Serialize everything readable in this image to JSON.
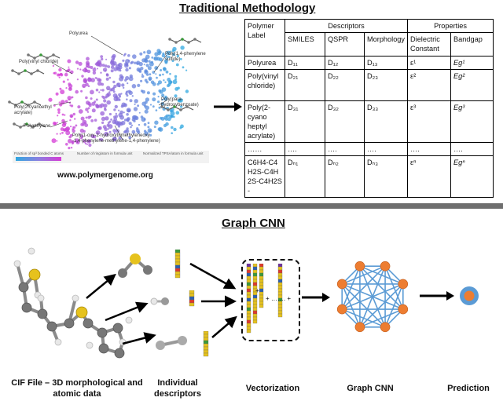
{
  "top": {
    "title": "Traditional Methodology",
    "source": "www.polymergenome.org",
    "polymer_labels": [
      "Polyurea",
      "Poly(vinyl chloride)",
      "Poly(2-cyanoethyl acrylate)",
      "Polyethylene",
      "Poly(1,4-phenylene sulfide)",
      "Poly(para-hydroxybenzoate)",
      "Poly(1-oxy-2-hydroxytrimethyleneoxy -1,4-phenylene-methylene-1,4-phenylene)"
    ],
    "legend": [
      "Fraction of sp³ bonded C atoms",
      "Number of ring/atom in formula unit",
      "Normalized TPSA/atom in formula unit"
    ],
    "table": {
      "header_polymer": "Polymer Label",
      "header_descriptors": "Descriptors",
      "header_properties": "Properties",
      "sub": [
        "SMILES",
        "QSPR",
        "Morphology",
        "Dielectric Constant",
        "Bandgap"
      ],
      "rows": [
        [
          "Polyurea",
          "D₁₁",
          "D₁₂",
          "D₁₃",
          "ε¹",
          "Eg¹"
        ],
        [
          "Poly(vinyl chloride)",
          "D₂₁",
          "D₂₂",
          "D₂₃",
          "ε²",
          "Eg²"
        ],
        [
          "Poly(2-cyano heptyl acrylate)",
          "D₃₁",
          "D₃₂",
          "D₃₃",
          "ε³",
          "Eg³"
        ],
        [
          "……",
          "….",
          "….",
          "….",
          "….",
          "…."
        ],
        [
          "C6H4-C4H2S-C4H2S-C4H2S-",
          "Dₙ₁",
          "Dₙ₂",
          "Dₙ₃",
          "εⁿ",
          "Egⁿ"
        ]
      ]
    }
  },
  "bottom": {
    "title": "Graph CNN",
    "captions": {
      "cif": "CIF File – 3D morphological and atomic data",
      "descriptors": "Individual descriptors",
      "vectorization": "Vectorization",
      "graph": "Graph CNN",
      "prediction": "Prediction"
    },
    "vector_ops": [
      "+",
      "+ ……. +"
    ]
  },
  "colors": {
    "node": "#ed7d31",
    "edge": "#5b9bd5",
    "pred_outer": "#5b9bd5",
    "pred_inner": "#ed7d31",
    "divider": "#6e6e6e",
    "scatter_magenta": "#d63ad6",
    "scatter_blue": "#2fa8e0"
  }
}
